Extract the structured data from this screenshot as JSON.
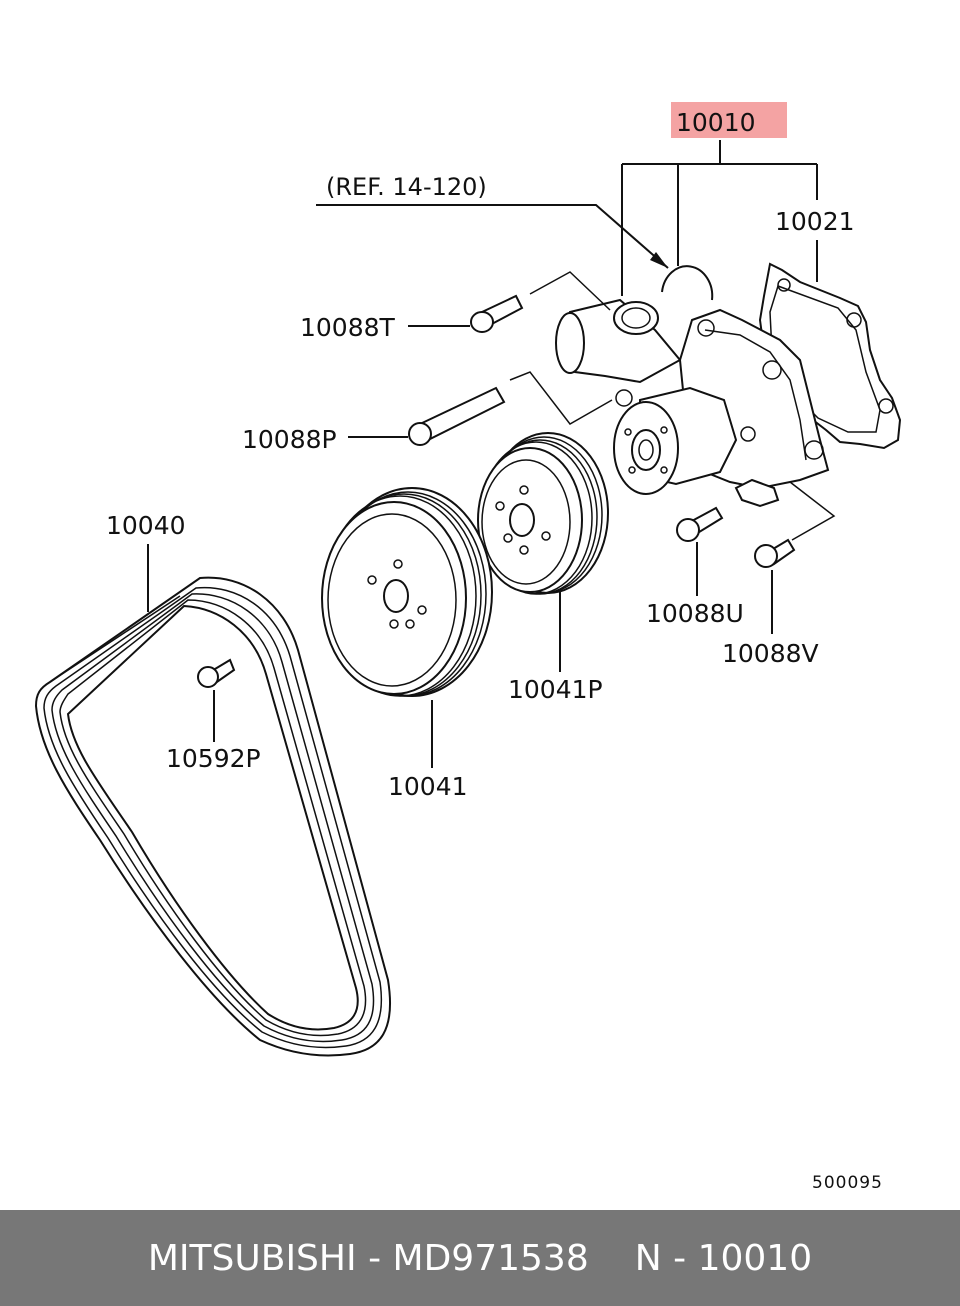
{
  "diagram": {
    "highlight_color": "#f4a3a3",
    "reference": "(REF. 14-120)",
    "drawing_code": "500095",
    "labels": {
      "water_pump": "10010",
      "gasket": "10021",
      "bolt_t": "10088T",
      "bolt_p": "10088P",
      "bolt_u": "10088U",
      "bolt_v": "10088V",
      "belt": "10040",
      "pulley": "10041",
      "pulley_p": "10041P",
      "belt_bolt": "10592P"
    }
  },
  "footer": {
    "brand": "MITSUBISHI",
    "separator": "-",
    "part_number": "MD971538",
    "diagram_prefix": "N",
    "diagram_number": "10010",
    "background_color": "#777777"
  }
}
